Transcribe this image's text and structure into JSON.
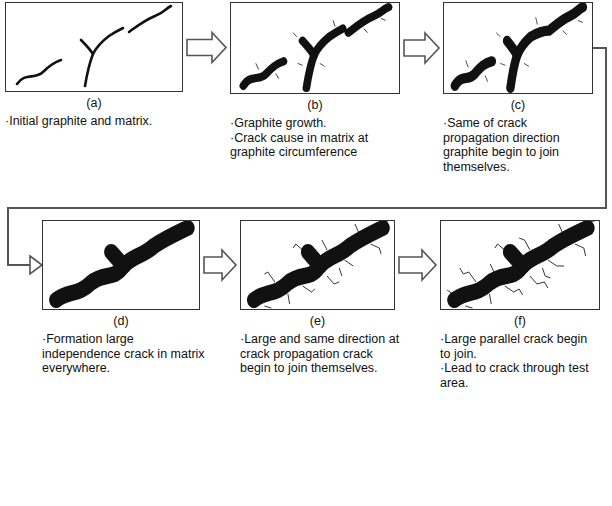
{
  "diagram": {
    "nodes": [
      {
        "text": [
          "(a)",
          "·Initial graphite and matrix."
        ]
      },
      {
        "text": [
          "(b)",
          "·Graphite growth.",
          "·Crack cause in matrix at graphite circumference"
        ]
      },
      {
        "text": [
          "(c)",
          "·Same of crack propagation direction graphite begin to join themselves."
        ]
      },
      {
        "text": [
          "(d)",
          "·Formation large independence crack in matrix everywhere."
        ]
      },
      {
        "text": [
          "(e)",
          "·Large and same direction at crack propagation crack begin to join themselves."
        ]
      },
      {
        "text": [
          "(f)",
          "·Large parallel crack begin to join.",
          "·Lead to crack through test area."
        ]
      }
    ],
    "edges": [
      {
        "from": 0,
        "to": 1,
        "arrow": "to"
      },
      {
        "from": 1,
        "to": 2,
        "arrow": "to"
      },
      {
        "from": 2,
        "to": 3,
        "arrow": "to"
      },
      {
        "from": 3,
        "to": 4,
        "arrow": "to"
      },
      {
        "from": 4,
        "to": 5,
        "arrow": "to"
      }
    ]
  }
}
